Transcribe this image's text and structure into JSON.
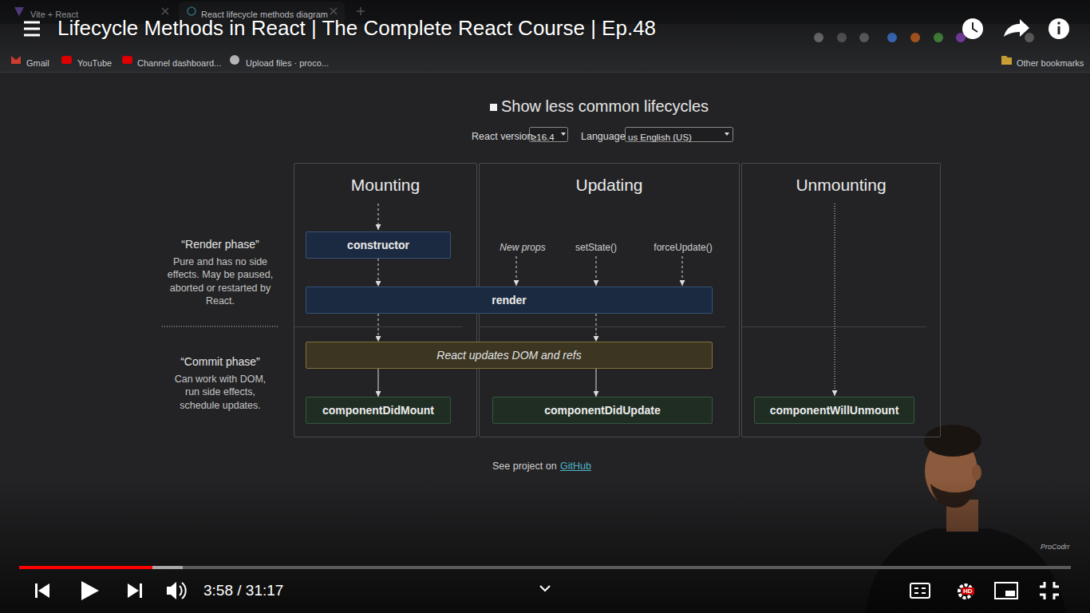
{
  "diagram": {
    "title": "Lifecycle Methods in React | The Complete React Course | Ep.48",
    "nodes": [
      {
        "text": [
          "Mounting"
        ]
      },
      {
        "text": [
          "Updating"
        ]
      },
      {
        "text": [
          "Unmounting"
        ]
      },
      {
        "text": [
          "constructor"
        ],
        "in": 0
      },
      {
        "text": [
          "render"
        ]
      },
      {
        "text": [
          "React updates DOM and refs"
        ]
      },
      {
        "text": [
          "componentDidMount"
        ],
        "in": 0
      },
      {
        "text": [
          "componentDidUpdate"
        ],
        "in": 1
      },
      {
        "text": [
          "componentWillUnmount"
        ],
        "in": 2
      }
    ],
    "edges": [
      {
        "from": 3,
        "to": 4,
        "arrow": "to"
      },
      {
        "from": 4,
        "to": 5,
        "arrow": "to"
      },
      {
        "from": 4,
        "to": 5,
        "arrow": "to"
      },
      {
        "from": 5,
        "to": 6,
        "arrow": "to"
      },
      {
        "from": 5,
        "to": 7,
        "arrow": "to"
      }
    ],
    "labels": [
      "Vite + React",
      "React lifecycle methods diagram",
      "Gmail",
      "YouTube",
      "Channel dashboard...",
      "Upload files · proco...",
      "Other bookmarks",
      "Show less common lifecycles",
      "React version",
      "≥16.4",
      "Language",
      "us English (US)",
      "“Render phase”",
      "Pure and has no side effects. May be paused, aborted or restarted by React.",
      "“Commit phase”",
      "Can work with DOM, run side effects, schedule updates.",
      "New props",
      "setState()",
      "forceUpdate()",
      "See project on",
      "GitHub",
      "ProCodrr",
      "3:58 / 31:17",
      "HD"
    ]
  }
}
